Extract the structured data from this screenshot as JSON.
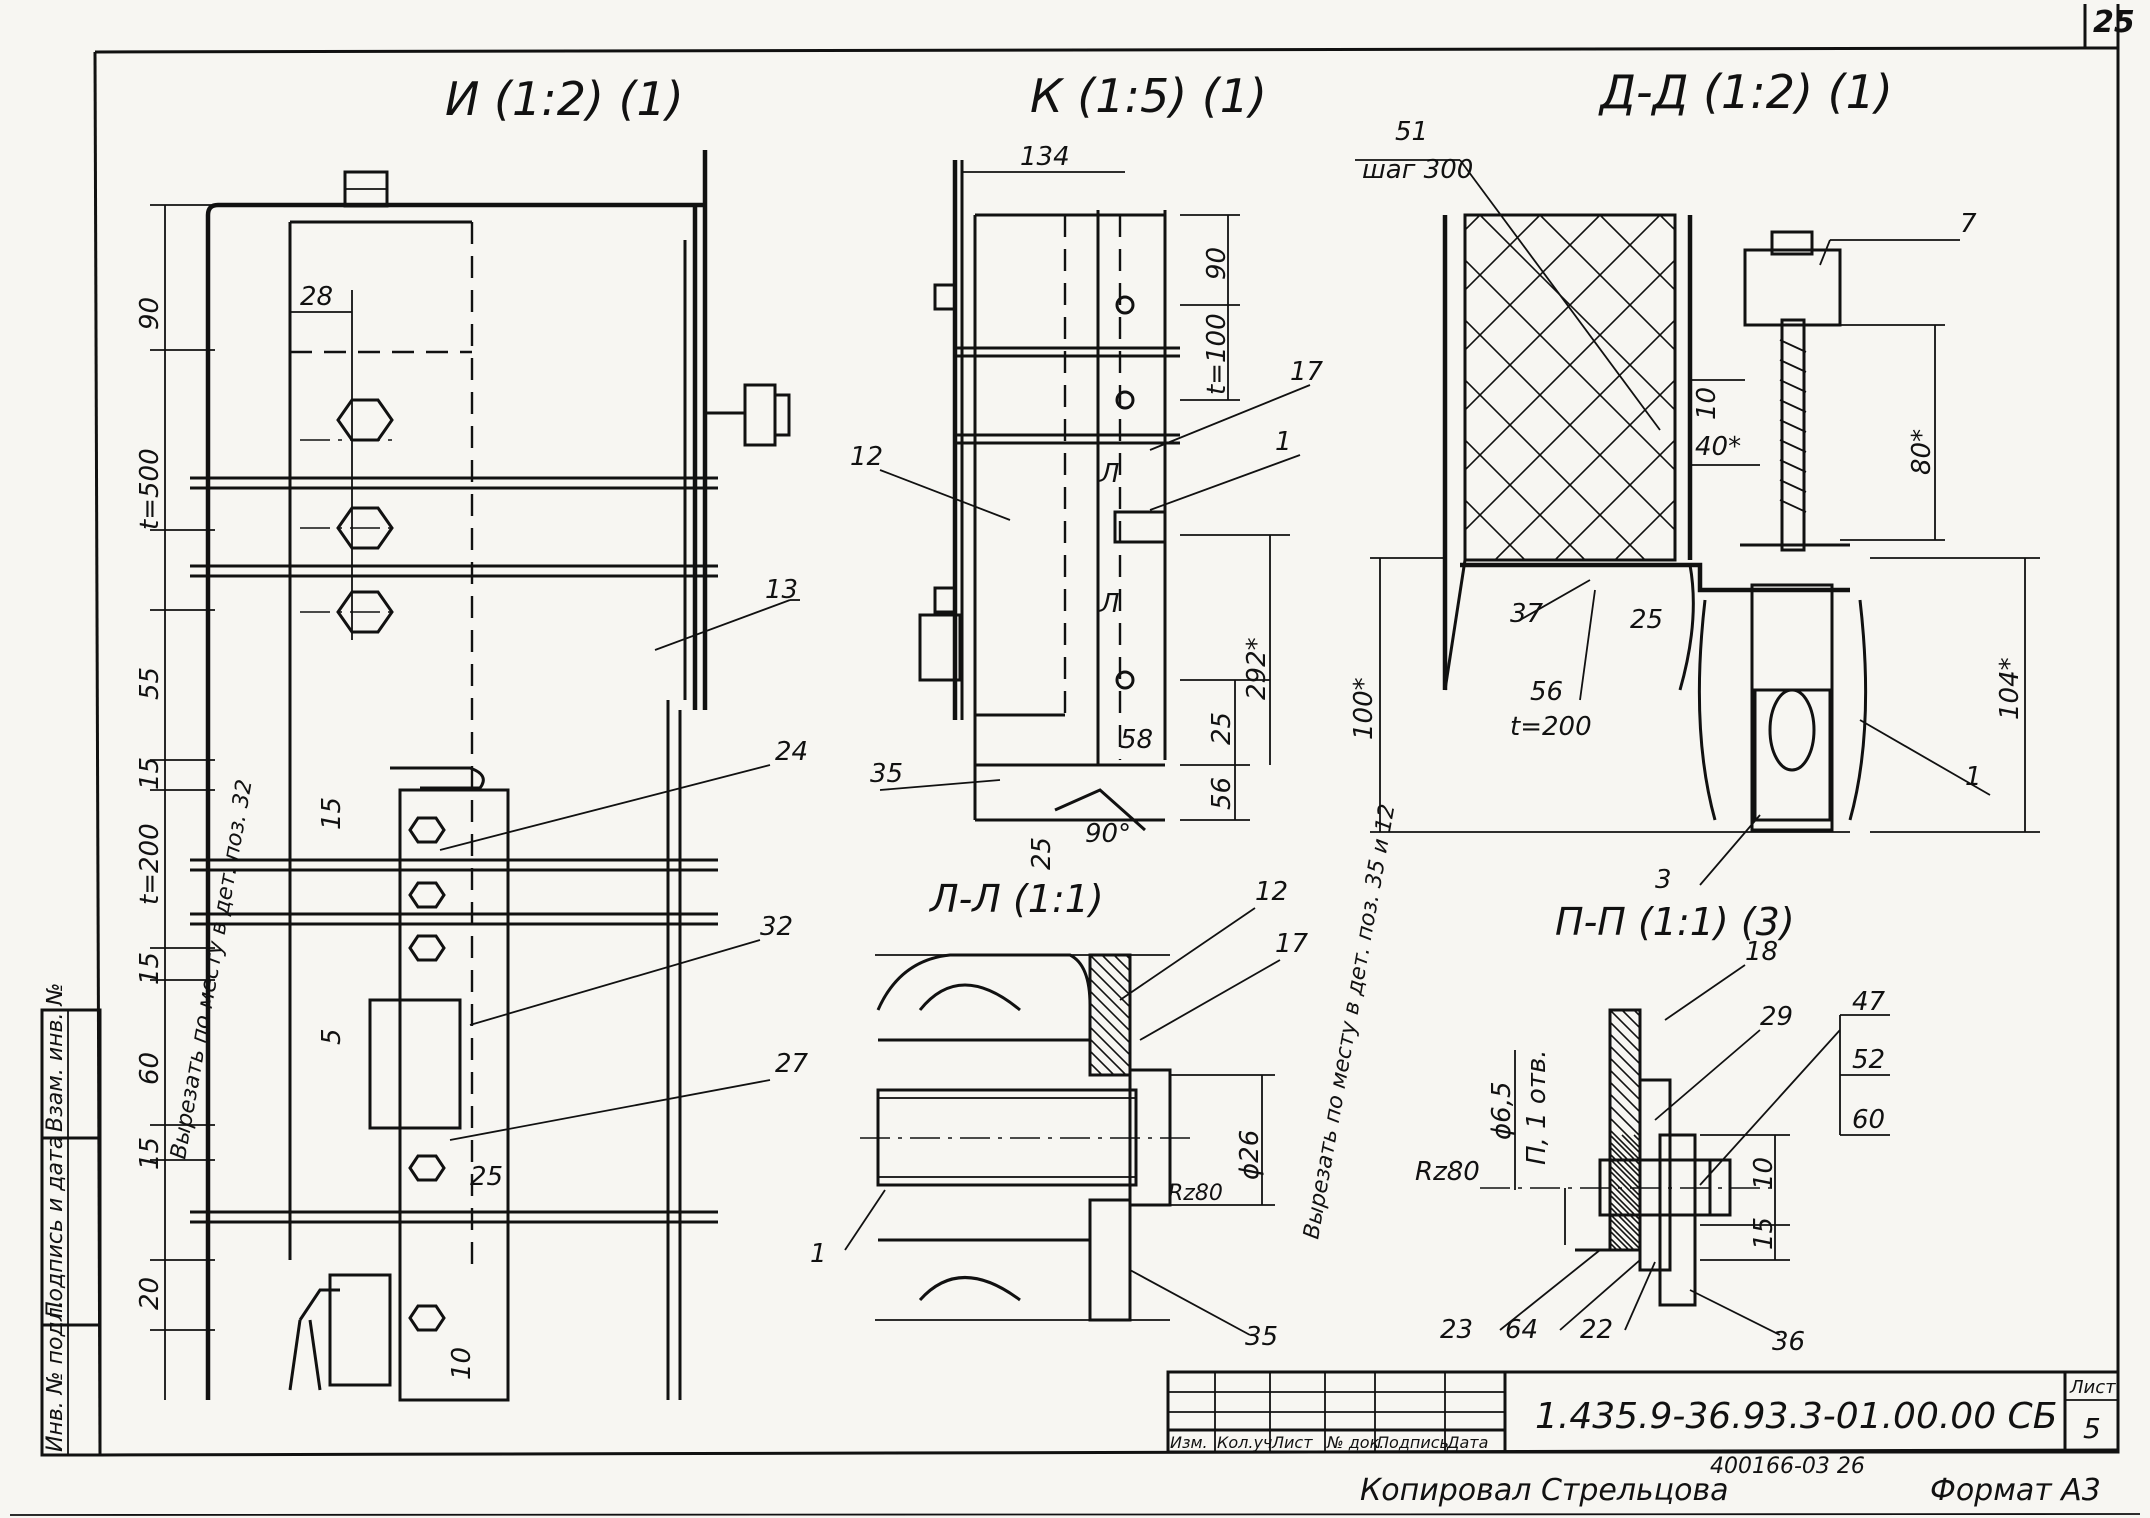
{
  "sheet": {
    "page_number": "25",
    "views": {
      "view_i": "И (1:2) (1)",
      "view_k": "К (1:5) (1)",
      "view_dd": "Д-Д (1:2) (1)",
      "view_ll": "Л-Л (1:1)",
      "view_pp": "П-П (1:1) (3)"
    },
    "view_i_dims": {
      "d90": "90",
      "t500": "t=500",
      "d55": "55",
      "d15a": "15",
      "t200": "t=200",
      "d15b": "15",
      "d60": "60",
      "d15c": "15",
      "d20": "20",
      "d28": "28",
      "d15_inner": "15",
      "d5": "5",
      "d25": "25",
      "d10": "10",
      "cut_note": "Вырезать по месту в дет. поз. 32"
    },
    "view_i_callouts": [
      "13",
      "24",
      "32",
      "27"
    ],
    "view_k_dims": {
      "d134": "134",
      "d90": "90",
      "t100": "t=100",
      "d292": "292*",
      "d25": "25",
      "d56": "56",
      "d58": "58",
      "d25_angle": "25",
      "angle": "90°",
      "section_a": "Л",
      "section_b": "Л"
    },
    "view_k_callouts": [
      "17",
      "1",
      "12",
      "35"
    ],
    "view_dd": {
      "top_callout_num": "51",
      "top_callout_note": "шаг 300",
      "d10": "10",
      "d40": "40*",
      "d80": "80*",
      "d25": "25",
      "d100": "100*",
      "d104": "104*",
      "t200": "t=200",
      "callouts": [
        "7",
        "37",
        "56",
        "1",
        "3"
      ]
    },
    "view_ll": {
      "dia": "ϕ26",
      "rz": "Rz80",
      "cut_note": "Вырезать по месту в дет. поз. 35 и 12",
      "callouts": [
        "12",
        "17",
        "1",
        "35"
      ]
    },
    "view_pp": {
      "dia": "ϕ6,5",
      "holes": "П, 1 отв.",
      "rz": "Rz80",
      "d10": "10",
      "d15": "15",
      "callouts": [
        "18",
        "29",
        "47",
        "52",
        "60",
        "23",
        "64",
        "22",
        "36"
      ]
    },
    "title_block": {
      "designation": "1.435.9-36.93.3-01.00.00 СБ",
      "sheet_label": "Лист",
      "sheet_number": "5",
      "columns": [
        "Изм.",
        "Кол.уч",
        "Лист",
        "№ док.",
        "Подпись",
        "Дата"
      ]
    },
    "margin_stamp": [
      "Инв. № подл.",
      "Подпись и дата",
      "Взам. инв. №"
    ],
    "footer": {
      "copied_by": "Копировал Стрельцова",
      "order": "400166-03  26",
      "format": "Формат А3"
    }
  }
}
